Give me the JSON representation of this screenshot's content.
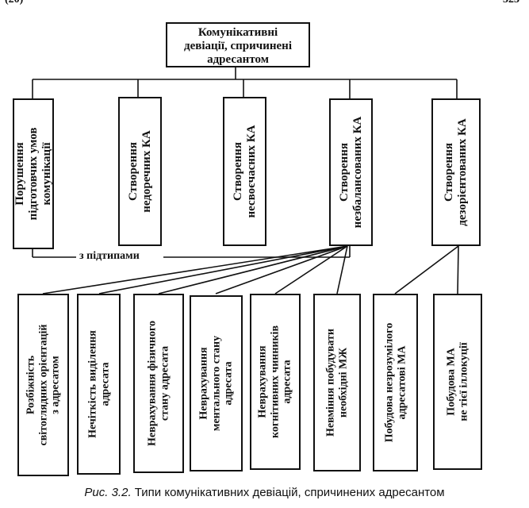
{
  "page": {
    "header_left": "(20)",
    "header_right": "323"
  },
  "root": {
    "label": "Комунікативні\nдевіації, спричинені\nадресантом"
  },
  "level1": [
    {
      "label": "Порушення\nпідготовчих умов\nкомунікації"
    },
    {
      "label": "Створення\nнедоречних КА"
    },
    {
      "label": "Створення\nнесвоєчасних КА"
    },
    {
      "label": "Створення\nнезбалансованих КА"
    },
    {
      "label": "Створення\nдезорієнтованих КА"
    }
  ],
  "subtypes_label": "з підтипами",
  "level2": [
    {
      "label": "Розбіжність\nсвітоглядних орієнтацій\nз адресатом"
    },
    {
      "label": "Нечіткість виділення\nадресата"
    },
    {
      "label": "Неврахування фізичного\nстану адресата"
    },
    {
      "label": "Неврахування\nментального стану\nадресата"
    },
    {
      "label": "Неврахування\nкогнітивних чинників\nадресата"
    },
    {
      "label": "Невміння побудувати\nнеобхідні МЖ"
    },
    {
      "label": "Побудова незрозумілого\nадресатові МА"
    },
    {
      "label": "Побудова МА\nне тієї іллокуції"
    }
  ],
  "caption": {
    "figure": "Рис. 3.2.",
    "text": "Типи комунікативних девіацій, спричинених адресантом"
  }
}
